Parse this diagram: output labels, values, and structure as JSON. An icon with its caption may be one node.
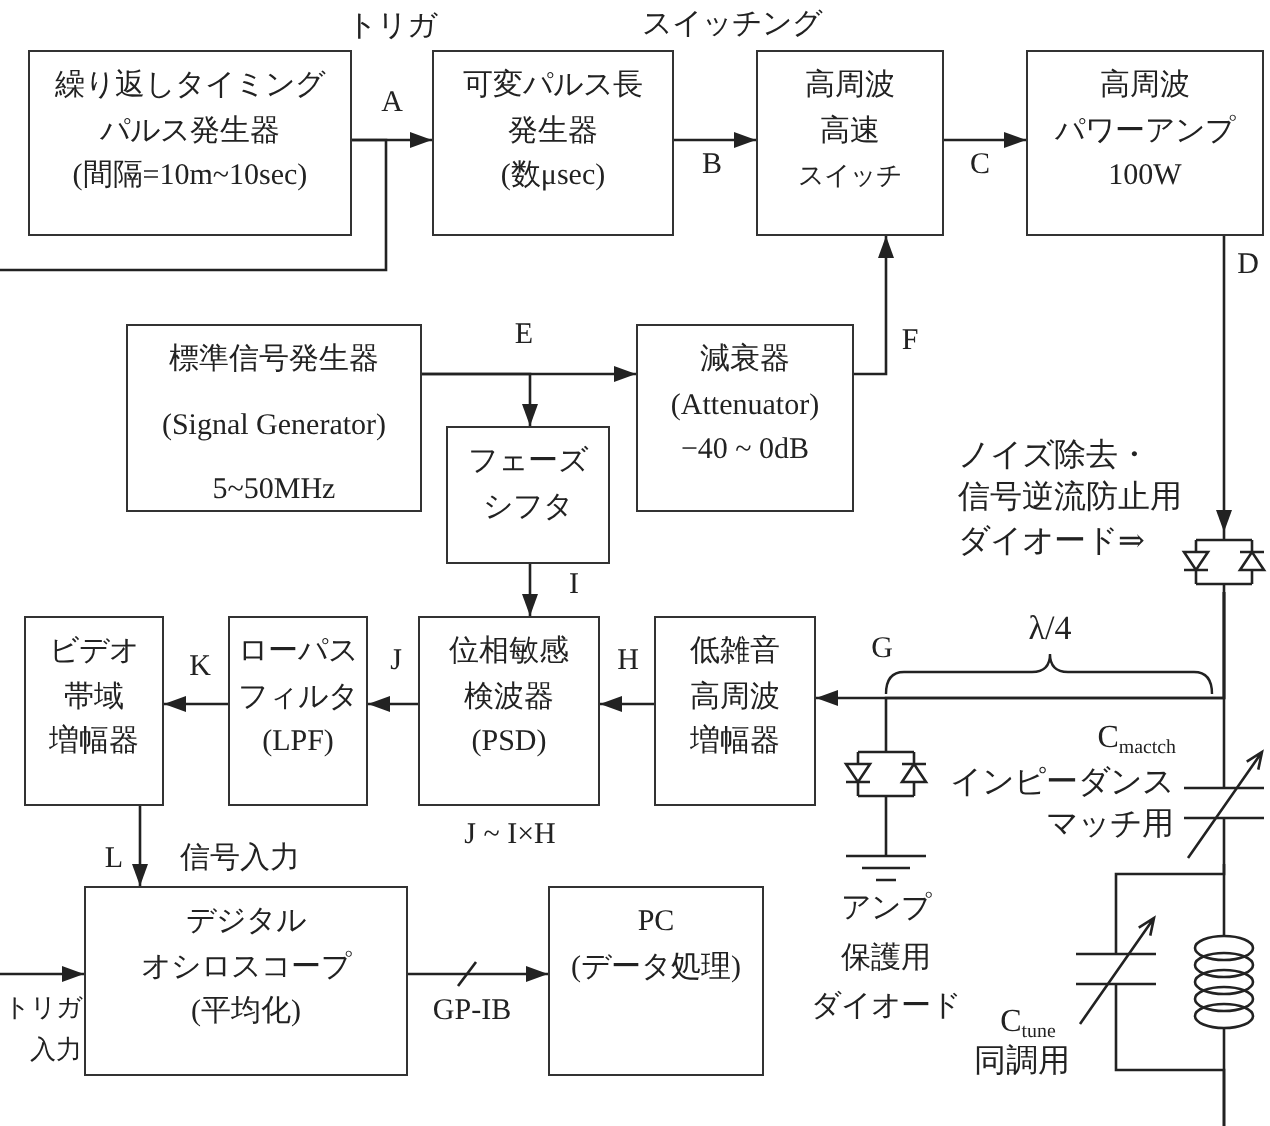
{
  "diagram": {
    "nodes": [
      {
        "text": [
          "繰り返しタイミングパルス発生器",
          "(間隔=10m~10sec)"
        ]
      },
      {
        "text": [
          "可変パルス長発生器",
          "(数μsec)"
        ]
      },
      {
        "text": [
          "高周波",
          "高速",
          "スイッチ"
        ]
      },
      {
        "text": [
          "高周波",
          "パワーアンプ",
          "100W"
        ]
      },
      {
        "text": [
          "標準信号発生器",
          "(Signal Generator)",
          "5~50MHz"
        ]
      },
      {
        "text": [
          "減衰器",
          "(Attenuator)",
          "−40 ~ 0dB"
        ]
      },
      {
        "text": [
          "フェーズシフタ"
        ]
      },
      {
        "text": [],
        "shape": "diode",
        "beside": [
          "ノイズ除去・",
          "信号逆流防止用",
          "ダイオード⇒"
        ]
      },
      {
        "text": [
          "ビデオ",
          "帯域",
          "増幅器"
        ]
      },
      {
        "text": [
          "ローパスフィルタ",
          "(LPF)"
        ]
      },
      {
        "text": [
          "位相敏感検波器",
          "(PSD)"
        ],
        "beside": [
          "J ~ I×H"
        ]
      },
      {
        "text": [
          "低雑音高周波増幅器"
        ]
      },
      {
        "text": [],
        "shape": "diode",
        "beside": [
          "アンプ",
          "保護用",
          "ダイオード"
        ]
      },
      {
        "text": [],
        "shape": "capacitor",
        "beside": [
          "C$_{mactch}$",
          "インピーダンスマッチ用"
        ]
      },
      {
        "text": [],
        "shape": "ground"
      },
      {
        "text": [
          "デジタル",
          "オシロスコープ",
          "(平均化)"
        ]
      },
      {
        "text": [
          "PC",
          "(データ処理)"
        ]
      },
      {
        "text": [],
        "shape": "capacitor",
        "beside": [
          "C$_{tune}$",
          "同調用"
        ]
      },
      {
        "text": [],
        "shape": "coil"
      }
    ],
    "edges": [
      {
        "from": 0,
        "to": 1,
        "arrow": "to",
        "label": "A"
      },
      {
        "from": 0,
        "to": null,
        "arrow": "none"
      },
      {
        "from": 1,
        "to": 2,
        "arrow": "to",
        "label": "B"
      },
      {
        "from": 2,
        "to": 3,
        "arrow": "to",
        "label": "C"
      },
      {
        "from": 3,
        "to": 7,
        "arrow": "to",
        "label": "D"
      },
      {
        "from": 4,
        "to": 5,
        "arrow": "to",
        "label": "E"
      },
      {
        "from": 4,
        "to": 6,
        "arrow": "to"
      },
      {
        "from": 5,
        "to": 2,
        "arrow": "to",
        "label": "F"
      },
      {
        "from": 6,
        "to": 10,
        "arrow": "to",
        "label": "I"
      },
      {
        "from": 7,
        "to": 11,
        "arrow": "to",
        "label": "G"
      },
      {
        "from": 7,
        "to": 12,
        "arrow": "none"
      },
      {
        "from": 7,
        "to": 13,
        "arrow": "none"
      },
      {
        "from": 11,
        "to": 10,
        "arrow": "to",
        "label": "H"
      },
      {
        "from": 10,
        "to": 9,
        "arrow": "to",
        "label": "J"
      },
      {
        "from": 9,
        "to": 8,
        "arrow": "to",
        "label": "K"
      },
      {
        "from": 8,
        "to": 15,
        "arrow": "to",
        "label": "L"
      },
      {
        "from": null,
        "to": 15,
        "arrow": "to",
        "label": "トリガ入力"
      },
      {
        "from": 15,
        "to": 16,
        "arrow": "to",
        "label": "GP-IB"
      },
      {
        "from": 12,
        "to": 14,
        "arrow": "none"
      },
      {
        "from": 13,
        "to": 17,
        "arrow": "none"
      },
      {
        "from": 13,
        "to": 18,
        "arrow": "none"
      },
      {
        "from": 17,
        "to": null,
        "arrow": "none"
      },
      {
        "from": 18,
        "to": null,
        "arrow": "none"
      }
    ],
    "labels": [
      "トリガ",
      "スイッチング",
      "信号入力",
      "λ/4"
    ]
  }
}
